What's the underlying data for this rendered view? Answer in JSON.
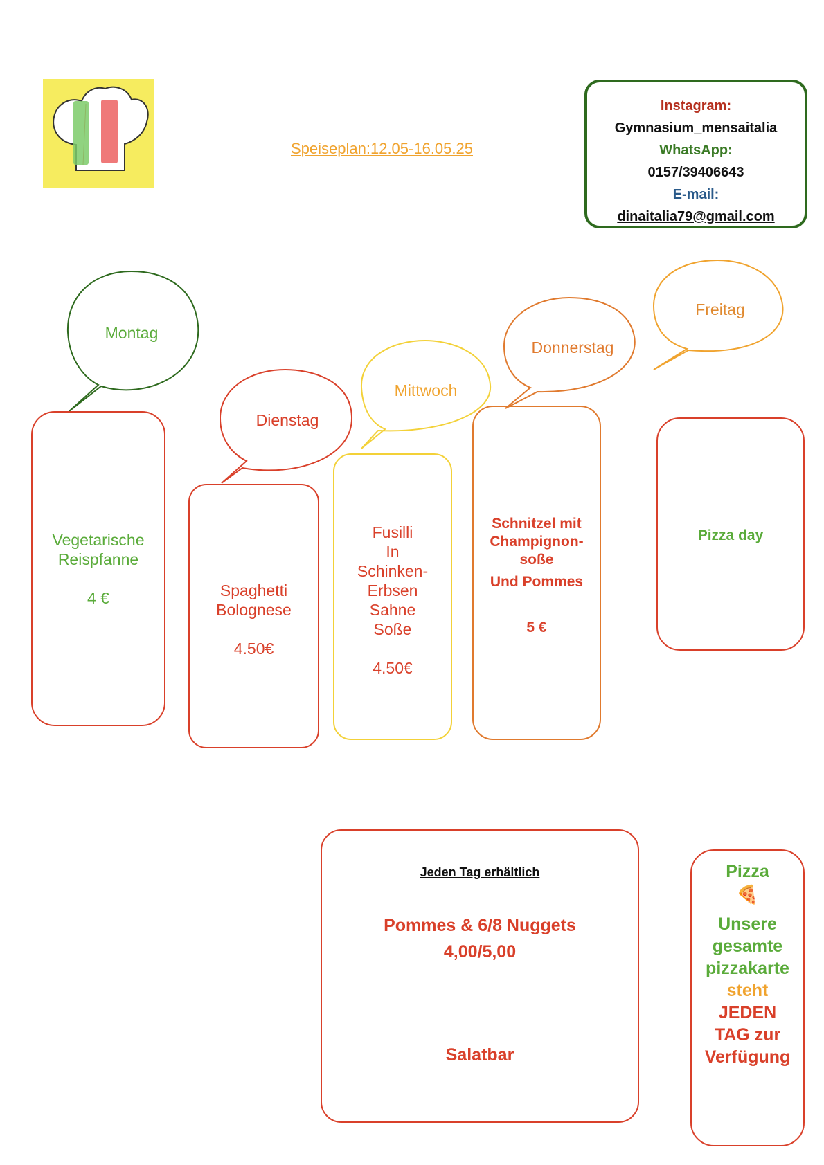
{
  "header": {
    "title": "Speiseplan:12.05-16.05.25"
  },
  "contact": {
    "instagram_label": "Instagram:",
    "instagram_value": "Gymnasium_mensaitalia",
    "whatsapp_label": "WhatsApp:",
    "whatsapp_value": "0157/39406643",
    "email_label": "E-mail:",
    "email_value": "dinaitalia79@gmail.com"
  },
  "days": {
    "montag": {
      "label": "Montag",
      "dish_line1": "Vegetarische",
      "dish_line2": "Reispfanne",
      "price": "4 €"
    },
    "dienstag": {
      "label": "Dienstag",
      "dish_line1": "Spaghetti",
      "dish_line2": "Bolognese",
      "price": "4.50€"
    },
    "mittwoch": {
      "label": "Mittwoch",
      "dish_lines": [
        "Fusilli",
        "In",
        "Schinken-",
        "Erbsen",
        "Sahne",
        "Soße"
      ],
      "price": "4.50€"
    },
    "donnerstag": {
      "label": "Donnerstag",
      "dish_lines": [
        "Schnitzel mit",
        "Champignon-",
        "soße"
      ],
      "extra": "Und Pommes",
      "price": "5 €"
    },
    "freitag": {
      "label": "Freitag",
      "dish": "Pizza day"
    }
  },
  "daily": {
    "title": "Jeden Tag erhältlich",
    "offer": "Pommes & 6/8 Nuggets",
    "offer_price": "4,00/5,00",
    "salad": "Salatbar"
  },
  "pizza_box": {
    "title": "Pizza",
    "emoji": "🍕",
    "lines": [
      "Unsere",
      "gesamte",
      "pizzakarte",
      "steht",
      "JEDEN",
      "TAG zur",
      "Verfügung"
    ]
  },
  "colors": {
    "green": "#5aab3a",
    "dark_green": "#2e6a1e",
    "red": "#d9402a",
    "orange": "#e07a2e",
    "yellow": "#f3d138",
    "title_orange": "#f0a32e"
  }
}
